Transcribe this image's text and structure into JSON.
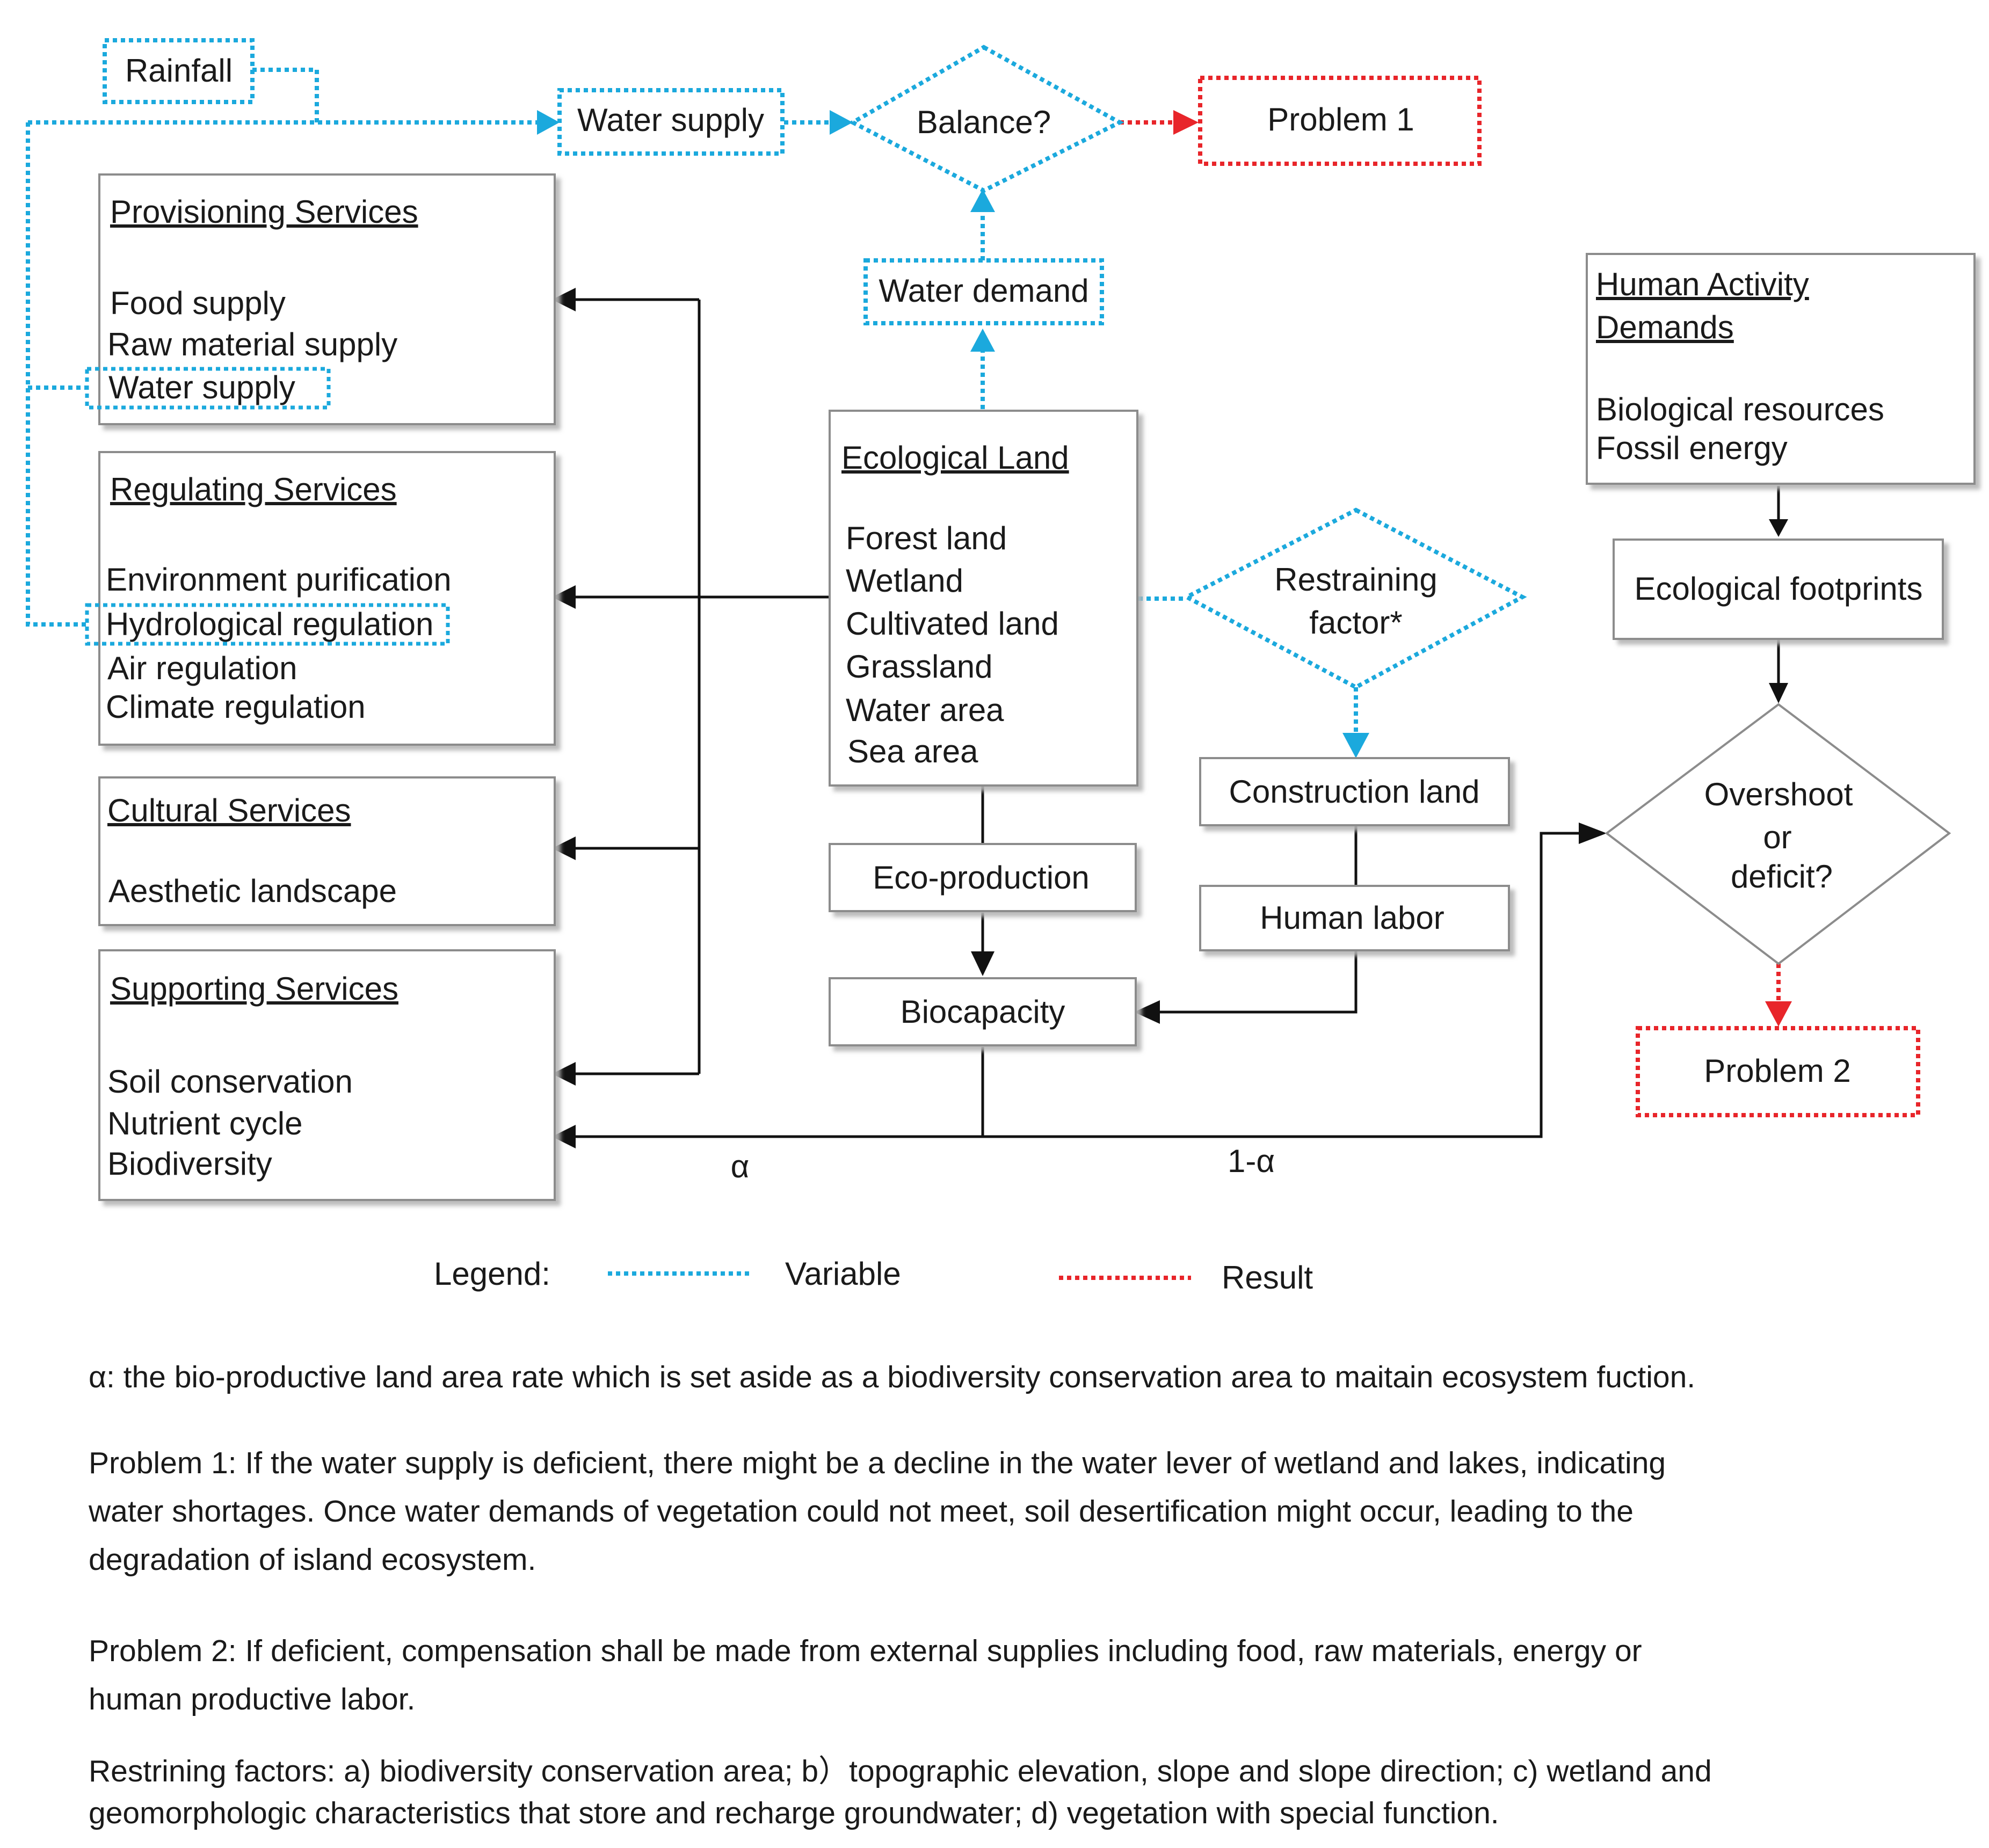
{
  "colors": {
    "variable": "#1ba9dd",
    "result": "#e8252a",
    "line": "#111111",
    "box": "#8c8c8c"
  },
  "top": {
    "rainfall": "Rainfall",
    "water_supply": "Water supply",
    "balance": "Balance?",
    "problem1": "Problem 1",
    "water_demand": "Water demand"
  },
  "services": {
    "provisioning": {
      "title": "Provisioning Services",
      "items": [
        "Food supply",
        "Raw material supply",
        "Water supply"
      ]
    },
    "regulating": {
      "title": "Regulating Services",
      "items": [
        "Environment purification",
        "Hydrological regulation",
        "Air regulation",
        "Climate regulation"
      ]
    },
    "cultural": {
      "title": "Cultural Services",
      "items": [
        "Aesthetic landscape"
      ]
    },
    "supporting": {
      "title": "Supporting Services",
      "items": [
        "Soil conservation",
        "Nutrient cycle",
        "Biodiversity"
      ]
    }
  },
  "ecological_land": {
    "title": "Ecological Land",
    "items": [
      "Forest land",
      "Wetland",
      "Cultivated land",
      "Grassland",
      "Water area",
      "Sea area"
    ]
  },
  "restraining": {
    "line1": "Restraining",
    "line2": "factor*"
  },
  "construction_land": "Construction land",
  "human_labor": "Human labor",
  "eco_production": "Eco-production",
  "biocapacity": "Biocapacity",
  "alpha": "α",
  "one_minus_alpha": "1-α",
  "human_activity": {
    "title1": "Human Activity",
    "title2": "Demands",
    "items": [
      "Biological resources",
      "Fossil energy"
    ]
  },
  "ecological_footprints": "Ecological footprints",
  "overshoot": {
    "line1": "Overshoot",
    "line2": "or",
    "line3": "deficit?"
  },
  "problem2": "Problem 2",
  "legend": {
    "label": "Legend:",
    "variable": "Variable",
    "result": "Result"
  },
  "notes": {
    "alpha": "α: the bio-productive land area rate which is set aside as a biodiversity conservation area to maitain ecosystem fuction.",
    "problem1_lines": [
      "Problem 1: If the water supply is deficient, there might be a decline in the water lever of wetland and lakes, indicating",
      "water shortages. Once water demands of vegetation could not meet, soil desertification might occur, leading to the",
      "degradation of island ecosystem."
    ],
    "problem2_lines": [
      "Problem 2: If deficient, compensation shall be made from external supplies including food, raw materials, energy or",
      "human productive labor."
    ],
    "restraining_lines": [
      "Restrining factors: a) biodiversity conservation area; b）topographic elevation, slope and slope direction; c) wetland and",
      "geomorphologic characteristics that store and recharge groundwater; d) vegetation with special function."
    ]
  }
}
